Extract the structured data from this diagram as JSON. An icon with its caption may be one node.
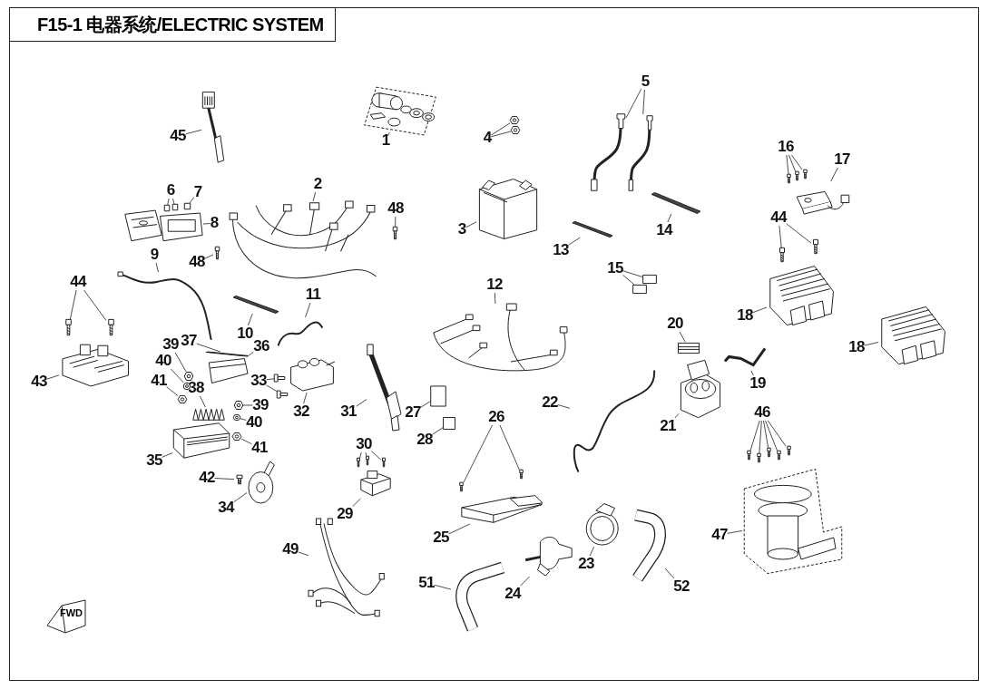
{
  "diagram": {
    "title": "F15-1 电器系统/ELECTRIC SYSTEM",
    "nodes": [
      {
        "text": [
          "45"
        ]
      },
      {
        "text": [],
        "shape": "picture"
      },
      {
        "text": [
          "1"
        ]
      },
      {
        "text": [],
        "shape": "picture"
      },
      {
        "text": [
          "4"
        ]
      },
      {
        "text": [],
        "shape": "picture"
      },
      {
        "text": [],
        "shape": "picture"
      },
      {
        "text": [
          "5"
        ]
      },
      {
        "text": [],
        "shape": "picture"
      },
      {
        "text": [],
        "shape": "picture"
      },
      {
        "text": [
          "16"
        ]
      },
      {
        "text": [],
        "shape": "picture"
      },
      {
        "text": [],
        "shape": "picture"
      },
      {
        "text": [],
        "shape": "picture"
      },
      {
        "text": [
          "17"
        ]
      },
      {
        "text": [],
        "shape": "picture"
      },
      {
        "text": [
          "6"
        ]
      },
      {
        "text": [
          "7"
        ]
      },
      {
        "text": [
          "8"
        ]
      },
      {
        "text": [],
        "shape": "picture"
      },
      {
        "text": [],
        "shape": "box"
      },
      {
        "text": [],
        "shape": "box"
      },
      {
        "text": [],
        "shape": "box"
      },
      {
        "text": [
          "9"
        ]
      },
      {
        "text": [],
        "shape": "wire"
      },
      {
        "text": [
          "48"
        ]
      },
      {
        "text": [],
        "shape": "picture"
      },
      {
        "text": [
          "2"
        ]
      },
      {
        "text": [],
        "shape": "picture"
      },
      {
        "text": [
          "48"
        ]
      },
      {
        "text": [],
        "shape": "picture"
      },
      {
        "text": [
          "3"
        ]
      },
      {
        "text": [],
        "shape": "picture"
      },
      {
        "text": [
          "13"
        ]
      },
      {
        "text": [],
        "shape": "bar"
      },
      {
        "text": [
          "14"
        ]
      },
      {
        "text": [],
        "shape": "bar"
      },
      {
        "text": [
          "15"
        ]
      },
      {
        "text": [],
        "shape": "box"
      },
      {
        "text": [],
        "shape": "box"
      },
      {
        "text": [
          "44"
        ]
      },
      {
        "text": [],
        "shape": "picture"
      },
      {
        "text": [],
        "shape": "picture"
      },
      {
        "text": [
          "18"
        ]
      },
      {
        "text": [],
        "shape": "picture"
      },
      {
        "text": [
          "18"
        ]
      },
      {
        "text": [],
        "shape": "picture"
      },
      {
        "text": [
          "12"
        ]
      },
      {
        "text": [],
        "shape": "picture"
      },
      {
        "text": [
          "44"
        ]
      },
      {
        "text": [],
        "shape": "picture"
      },
      {
        "text": [],
        "shape": "picture"
      },
      {
        "text": [
          "43"
        ]
      },
      {
        "text": [],
        "shape": "picture"
      },
      {
        "text": [
          "10"
        ]
      },
      {
        "text": [],
        "shape": "bar"
      },
      {
        "text": [
          "11"
        ]
      },
      {
        "text": [],
        "shape": "picture"
      },
      {
        "text": [
          "39"
        ]
      },
      {
        "text": [],
        "shape": "picture"
      },
      {
        "text": [
          "37"
        ]
      },
      {
        "text": [],
        "shape": "bar"
      },
      {
        "text": [
          "36"
        ]
      },
      {
        "text": [],
        "shape": "picture"
      },
      {
        "text": [
          "40"
        ]
      },
      {
        "text": [],
        "shape": "picture"
      },
      {
        "text": [
          "41"
        ]
      },
      {
        "text": [],
        "shape": "picture"
      },
      {
        "text": [
          "38"
        ]
      },
      {
        "text": [],
        "shape": "picture"
      },
      {
        "text": [
          "39"
        ]
      },
      {
        "text": [],
        "shape": "picture"
      },
      {
        "text": [
          "40"
        ]
      },
      {
        "text": [],
        "shape": "picture"
      },
      {
        "text": [
          "41"
        ]
      },
      {
        "text": [],
        "shape": "picture"
      },
      {
        "text": [
          "35"
        ]
      },
      {
        "text": [],
        "shape": "picture"
      },
      {
        "text": [
          "33"
        ]
      },
      {
        "text": [],
        "shape": "picture"
      },
      {
        "text": [],
        "shape": "picture"
      },
      {
        "text": [
          "32"
        ]
      },
      {
        "text": [],
        "shape": "picture"
      },
      {
        "text": [
          "31"
        ]
      },
      {
        "text": [],
        "shape": "picture"
      },
      {
        "text": [
          "27"
        ]
      },
      {
        "text": [],
        "shape": "box"
      },
      {
        "text": [
          "28"
        ]
      },
      {
        "text": [],
        "shape": "box"
      },
      {
        "text": [
          "22"
        ]
      },
      {
        "text": [],
        "shape": "picture"
      },
      {
        "text": [
          "20"
        ]
      },
      {
        "text": [],
        "shape": "picture"
      },
      {
        "text": [
          "19"
        ]
      },
      {
        "text": [],
        "shape": "picture"
      },
      {
        "text": [
          "21"
        ]
      },
      {
        "text": [],
        "shape": "picture"
      },
      {
        "text": [
          "26"
        ]
      },
      {
        "text": [],
        "shape": "picture"
      },
      {
        "text": [],
        "shape": "picture"
      },
      {
        "text": [
          "25"
        ]
      },
      {
        "text": [],
        "shape": "picture"
      },
      {
        "text": [
          "30"
        ]
      },
      {
        "text": [],
        "shape": "picture"
      },
      {
        "text": [],
        "shape": "picture"
      },
      {
        "text": [],
        "shape": "picture"
      },
      {
        "text": [
          "29"
        ]
      },
      {
        "text": [],
        "shape": "picture"
      },
      {
        "text": [
          "42"
        ]
      },
      {
        "text": [],
        "shape": "picture"
      },
      {
        "text": [
          "34"
        ]
      },
      {
        "text": [],
        "shape": "picture"
      },
      {
        "text": [
          "46"
        ]
      },
      {
        "text": [],
        "shape": "picture"
      },
      {
        "text": [],
        "shape": "picture"
      },
      {
        "text": [],
        "shape": "picture"
      },
      {
        "text": [],
        "shape": "picture"
      },
      {
        "text": [],
        "shape": "picture"
      },
      {
        "text": [
          "47"
        ]
      },
      {
        "text": [],
        "shape": "picture"
      },
      {
        "text": [
          "49"
        ]
      },
      {
        "text": [],
        "shape": "picture"
      },
      {
        "text": [
          "51"
        ]
      },
      {
        "text": [],
        "shape": "picture"
      },
      {
        "text": [
          "24"
        ]
      },
      {
        "text": [],
        "shape": "picture"
      },
      {
        "text": [
          "23"
        ]
      },
      {
        "text": [],
        "shape": "picture"
      },
      {
        "text": [
          "52"
        ]
      },
      {
        "text": [],
        "shape": "picture"
      }
    ],
    "edges": [
      {
        "from": 0,
        "to": 1,
        "arrow": "none"
      },
      {
        "from": 2,
        "to": 3,
        "arrow": "none"
      },
      {
        "from": 4,
        "to": 5,
        "arrow": "none"
      },
      {
        "from": 4,
        "to": 6,
        "arrow": "none"
      },
      {
        "from": 7,
        "to": 8,
        "arrow": "none"
      },
      {
        "from": 7,
        "to": 9,
        "arrow": "none"
      },
      {
        "from": 10,
        "to": 11,
        "arrow": "none"
      },
      {
        "from": 10,
        "to": 12,
        "arrow": "none"
      },
      {
        "from": 10,
        "to": 13,
        "arrow": "none"
      },
      {
        "from": 14,
        "to": 15,
        "arrow": "none"
      },
      {
        "from": 16,
        "to": 20,
        "arrow": "none"
      },
      {
        "from": 16,
        "to": 21,
        "arrow": "none"
      },
      {
        "from": 17,
        "to": 22,
        "arrow": "none"
      },
      {
        "from": 18,
        "to": 19,
        "arrow": "none"
      },
      {
        "from": 23,
        "to": 24,
        "arrow": "none"
      },
      {
        "from": 25,
        "to": 26,
        "arrow": "none"
      },
      {
        "from": 27,
        "to": 28,
        "arrow": "none"
      },
      {
        "from": 29,
        "to": 30,
        "arrow": "none"
      },
      {
        "from": 31,
        "to": 32,
        "arrow": "none"
      },
      {
        "from": 33,
        "to": 34,
        "arrow": "none"
      },
      {
        "from": 35,
        "to": 36,
        "arrow": "none"
      },
      {
        "from": 37,
        "to": 38,
        "arrow": "none"
      },
      {
        "from": 37,
        "to": 39,
        "arrow": "none"
      },
      {
        "from": 40,
        "to": 41,
        "arrow": "none"
      },
      {
        "from": 40,
        "to": 42,
        "arrow": "none"
      },
      {
        "from": 43,
        "to": 44,
        "arrow": "none"
      },
      {
        "from": 45,
        "to": 46,
        "arrow": "none"
      },
      {
        "from": 47,
        "to": 48,
        "arrow": "none"
      },
      {
        "from": 49,
        "to": 50,
        "arrow": "none"
      },
      {
        "from": 49,
        "to": 51,
        "arrow": "none"
      },
      {
        "from": 52,
        "to": 53,
        "arrow": "none"
      },
      {
        "from": 54,
        "to": 55,
        "arrow": "none"
      },
      {
        "from": 56,
        "to": 57,
        "arrow": "none"
      },
      {
        "from": 58,
        "to": 59,
        "arrow": "none"
      },
      {
        "from": 60,
        "to": 61,
        "arrow": "none"
      },
      {
        "from": 62,
        "to": 63,
        "arrow": "none"
      },
      {
        "from": 64,
        "to": 65,
        "arrow": "none"
      },
      {
        "from": 66,
        "to": 67,
        "arrow": "none"
      },
      {
        "from": 68,
        "to": 69,
        "arrow": "none"
      },
      {
        "from": 70,
        "to": 71,
        "arrow": "none"
      },
      {
        "from": 72,
        "to": 73,
        "arrow": "none"
      },
      {
        "from": 74,
        "to": 75,
        "arrow": "none"
      },
      {
        "from": 76,
        "to": 77,
        "arrow": "none"
      },
      {
        "from": 78,
        "to": 79,
        "arrow": "none"
      },
      {
        "from": 78,
        "to": 80,
        "arrow": "none"
      },
      {
        "from": 81,
        "to": 82,
        "arrow": "none"
      },
      {
        "from": 83,
        "to": 84,
        "arrow": "none"
      },
      {
        "from": 85,
        "to": 86,
        "arrow": "none"
      },
      {
        "from": 87,
        "to": 88,
        "arrow": "none"
      },
      {
        "from": 89,
        "to": 90,
        "arrow": "none"
      },
      {
        "from": 91,
        "to": 92,
        "arrow": "none"
      },
      {
        "from": 93,
        "to": 94,
        "arrow": "none"
      },
      {
        "from": 95,
        "to": 96,
        "arrow": "none"
      },
      {
        "from": 97,
        "to": 98,
        "arrow": "none"
      },
      {
        "from": 97,
        "to": 99,
        "arrow": "none"
      },
      {
        "from": 100,
        "to": 101,
        "arrow": "none"
      },
      {
        "from": 102,
        "to": 103,
        "arrow": "none"
      },
      {
        "from": 102,
        "to": 104,
        "arrow": "none"
      },
      {
        "from": 102,
        "to": 105,
        "arrow": "none"
      },
      {
        "from": 106,
        "to": 107,
        "arrow": "none"
      },
      {
        "from": 108,
        "to": 109,
        "arrow": "none"
      },
      {
        "from": 110,
        "to": 111,
        "arrow": "none"
      },
      {
        "from": 112,
        "to": 113,
        "arrow": "none"
      },
      {
        "from": 112,
        "to": 114,
        "arrow": "none"
      },
      {
        "from": 112,
        "to": 115,
        "arrow": "none"
      },
      {
        "from": 112,
        "to": 116,
        "arrow": "none"
      },
      {
        "from": 112,
        "to": 117,
        "arrow": "none"
      },
      {
        "from": 118,
        "to": 119,
        "arrow": "none"
      },
      {
        "from": 120,
        "to": 121,
        "arrow": "none"
      },
      {
        "from": 122,
        "to": 123,
        "arrow": "none"
      },
      {
        "from": 124,
        "to": 125,
        "arrow": "none"
      },
      {
        "from": 126,
        "to": 127,
        "arrow": "none"
      },
      {
        "from": 128,
        "to": 129,
        "arrow": "none"
      }
    ],
    "labels": [
      "FWD"
    ]
  }
}
